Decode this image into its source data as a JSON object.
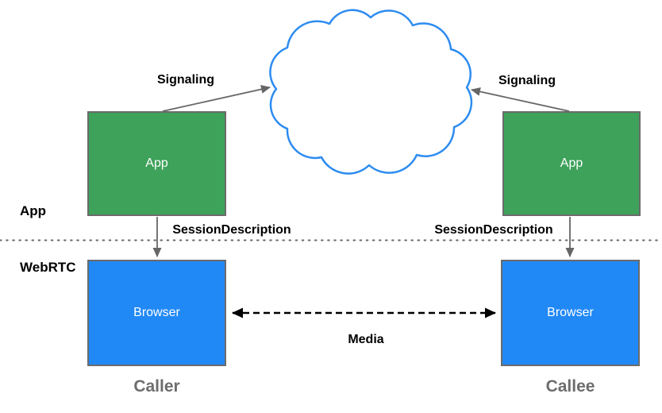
{
  "layers": {
    "app_label": "App",
    "webrtc_label": "WebRTC"
  },
  "nodes": {
    "caller_app": "App",
    "callee_app": "App",
    "caller_browser": "Browser",
    "callee_browser": "Browser"
  },
  "edges": {
    "signaling_left": "Signaling",
    "signaling_right": "Signaling",
    "session_left": "SessionDescription",
    "session_right": "SessionDescription",
    "media": "Media"
  },
  "footers": {
    "caller": "Caller",
    "callee": "Callee"
  },
  "colors": {
    "app_box": "#3ea25a",
    "browser_box": "#2189f6",
    "cloud_stroke": "#2d8cf0",
    "box_border": "#6b6b6b",
    "arrow": "#666666",
    "media_arrow": "#000000",
    "divider": "#666666",
    "label_muted": "#6d6d6d"
  }
}
